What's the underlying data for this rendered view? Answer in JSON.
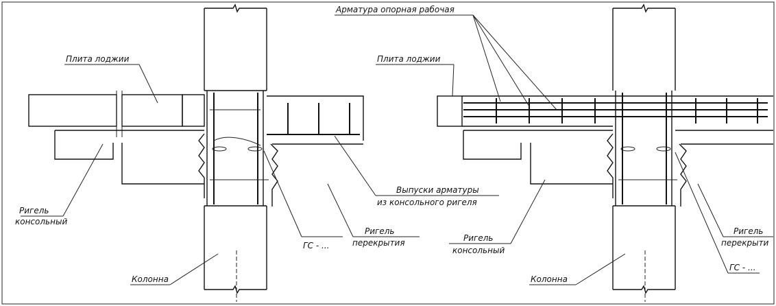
{
  "labels": {
    "left_slab": "Плита лоджии",
    "left_console": "Ригель\nконсольный",
    "left_column": "Колонна",
    "left_gs": "ГС - ...",
    "left_floor_beam": "Ригель\nперекрытия",
    "left_outlets": "Выпуски арматуры\nиз консольного ригеля",
    "right_top_rebar": "Арматура опорная рабочая",
    "right_slab": "Плита лоджии",
    "right_console": "Ригель\nконсольный",
    "right_column": "Колонна",
    "right_floor_beam": "Ригель\nперекрыти",
    "right_gs": "ГС - ..."
  }
}
